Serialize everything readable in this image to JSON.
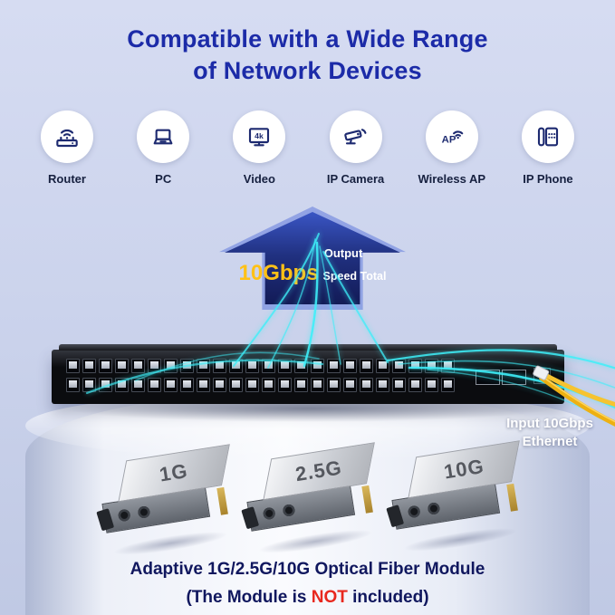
{
  "title": {
    "line1": "Compatible with a Wide Range",
    "line2": "of Network Devices"
  },
  "devices": [
    {
      "label": "Router"
    },
    {
      "label": "PC"
    },
    {
      "label": "Video",
      "badge": "4k"
    },
    {
      "label": "IP Camera"
    },
    {
      "label": "Wireless AP",
      "badge": "AP"
    },
    {
      "label": "IP Phone"
    }
  ],
  "output_arrow": {
    "label": "Output",
    "speed": "10Gbps",
    "suffix": "Speed Total"
  },
  "input_label": {
    "line1": "Input 10Gbps",
    "line2": "Ethernet"
  },
  "switch": {
    "ports_per_row": 24,
    "port_rows": 2,
    "sfp_slots": 2
  },
  "modules": [
    {
      "label": "1G"
    },
    {
      "label": "2.5G"
    },
    {
      "label": "10G"
    }
  ],
  "caption": {
    "line1": "Adaptive 1G/2.5G/10G Optical Fiber Module",
    "line2_prefix": "(The Module is ",
    "not_word": "NOT",
    "line2_suffix": " included)"
  },
  "colors": {
    "title_blue": "#1c2ba8",
    "speed_yellow": "#ffc117",
    "not_red": "#e8281e",
    "streak_cyan": "#3eeef8",
    "cable_yellow": "#f2b818",
    "arrow_navy": "#1a2570"
  }
}
